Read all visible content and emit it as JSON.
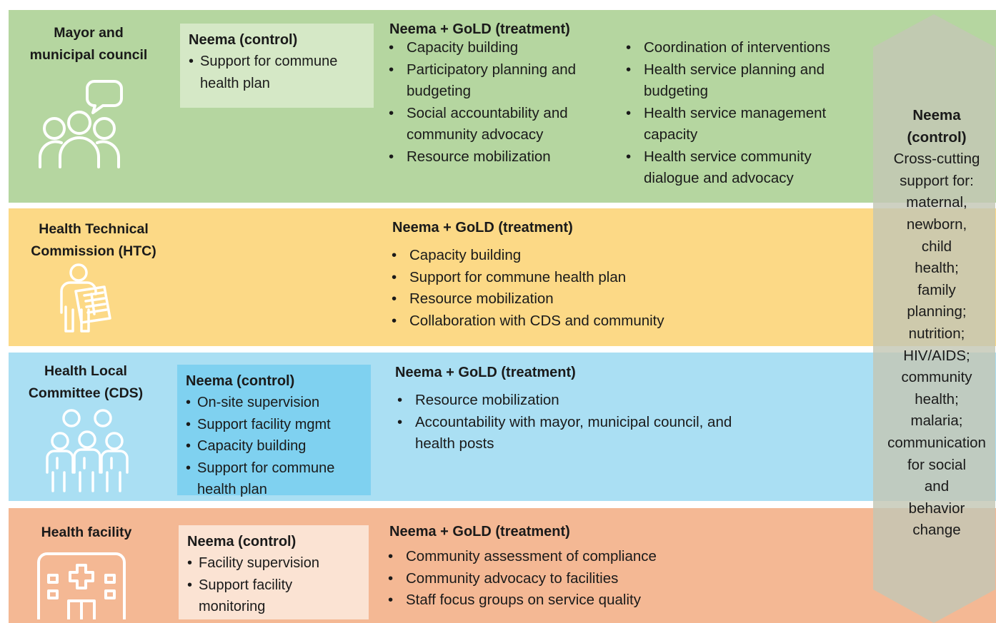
{
  "arrow": {
    "title_line1": "Neema",
    "title_line2": "(control)",
    "lines": [
      "Cross-cutting",
      "support for:",
      "maternal,",
      "newborn,",
      "child",
      "health;",
      "family",
      "planning;",
      "nutrition;",
      "HIV/AIDS;",
      "community",
      "health;",
      "malaria;",
      "communication",
      "for social",
      "and",
      "behavior",
      "change"
    ],
    "color": "#c3c7b4"
  },
  "rows": [
    {
      "id": "mayor",
      "title_lines": [
        "Mayor and",
        "municipal council"
      ],
      "icon": "people-speech-bubble-icon",
      "band_color": "#b5d6a0",
      "control": {
        "title": "Neema (control)",
        "items": [
          "Support for commune health plan"
        ]
      },
      "treatment": {
        "title": "Neema + GoLD (treatment)",
        "items_col1": [
          "Capacity building",
          "Participatory planning and budgeting",
          "Social accountability and community advocacy",
          "Resource mobilization"
        ],
        "items_col2": [
          "Coordination of interventions",
          "Health service planning and budgeting",
          "Health service management capacity",
          "Health service community dialogue and advocacy"
        ]
      }
    },
    {
      "id": "htc",
      "title_lines": [
        "Health Technical",
        "Commission (HTC)"
      ],
      "icon": "person-with-document-icon",
      "band_color": "#fcd986",
      "treatment": {
        "title": "Neema + GoLD (treatment)",
        "items": [
          "Capacity building",
          "Support for commune health plan",
          "Resource mobilization",
          "Collaboration with CDS and community"
        ]
      }
    },
    {
      "id": "cds",
      "title_lines": [
        "Health Local",
        "Committee (CDS)"
      ],
      "icon": "health-workers-group-icon",
      "band_color": "#aadff3",
      "control": {
        "title": "Neema (control)",
        "items": [
          "On-site supervision",
          "Support facility mgmt",
          "Capacity building",
          "Support for commune health plan"
        ]
      },
      "treatment": {
        "title": "Neema + GoLD (treatment)",
        "items": [
          "Resource mobilization",
          "Accountability with mayor, municipal council, and health posts"
        ]
      }
    },
    {
      "id": "facility",
      "title_lines": [
        "Health facility"
      ],
      "icon": "hospital-building-icon",
      "band_color": "#f4b894",
      "control": {
        "title": "Neema (control)",
        "items": [
          "Facility supervision",
          "Support facility monitoring"
        ]
      },
      "treatment": {
        "title": "Neema + GoLD (treatment)",
        "items": [
          "Community assessment of compliance",
          "Community advocacy to facilities",
          "Staff focus groups on service quality"
        ]
      }
    }
  ]
}
